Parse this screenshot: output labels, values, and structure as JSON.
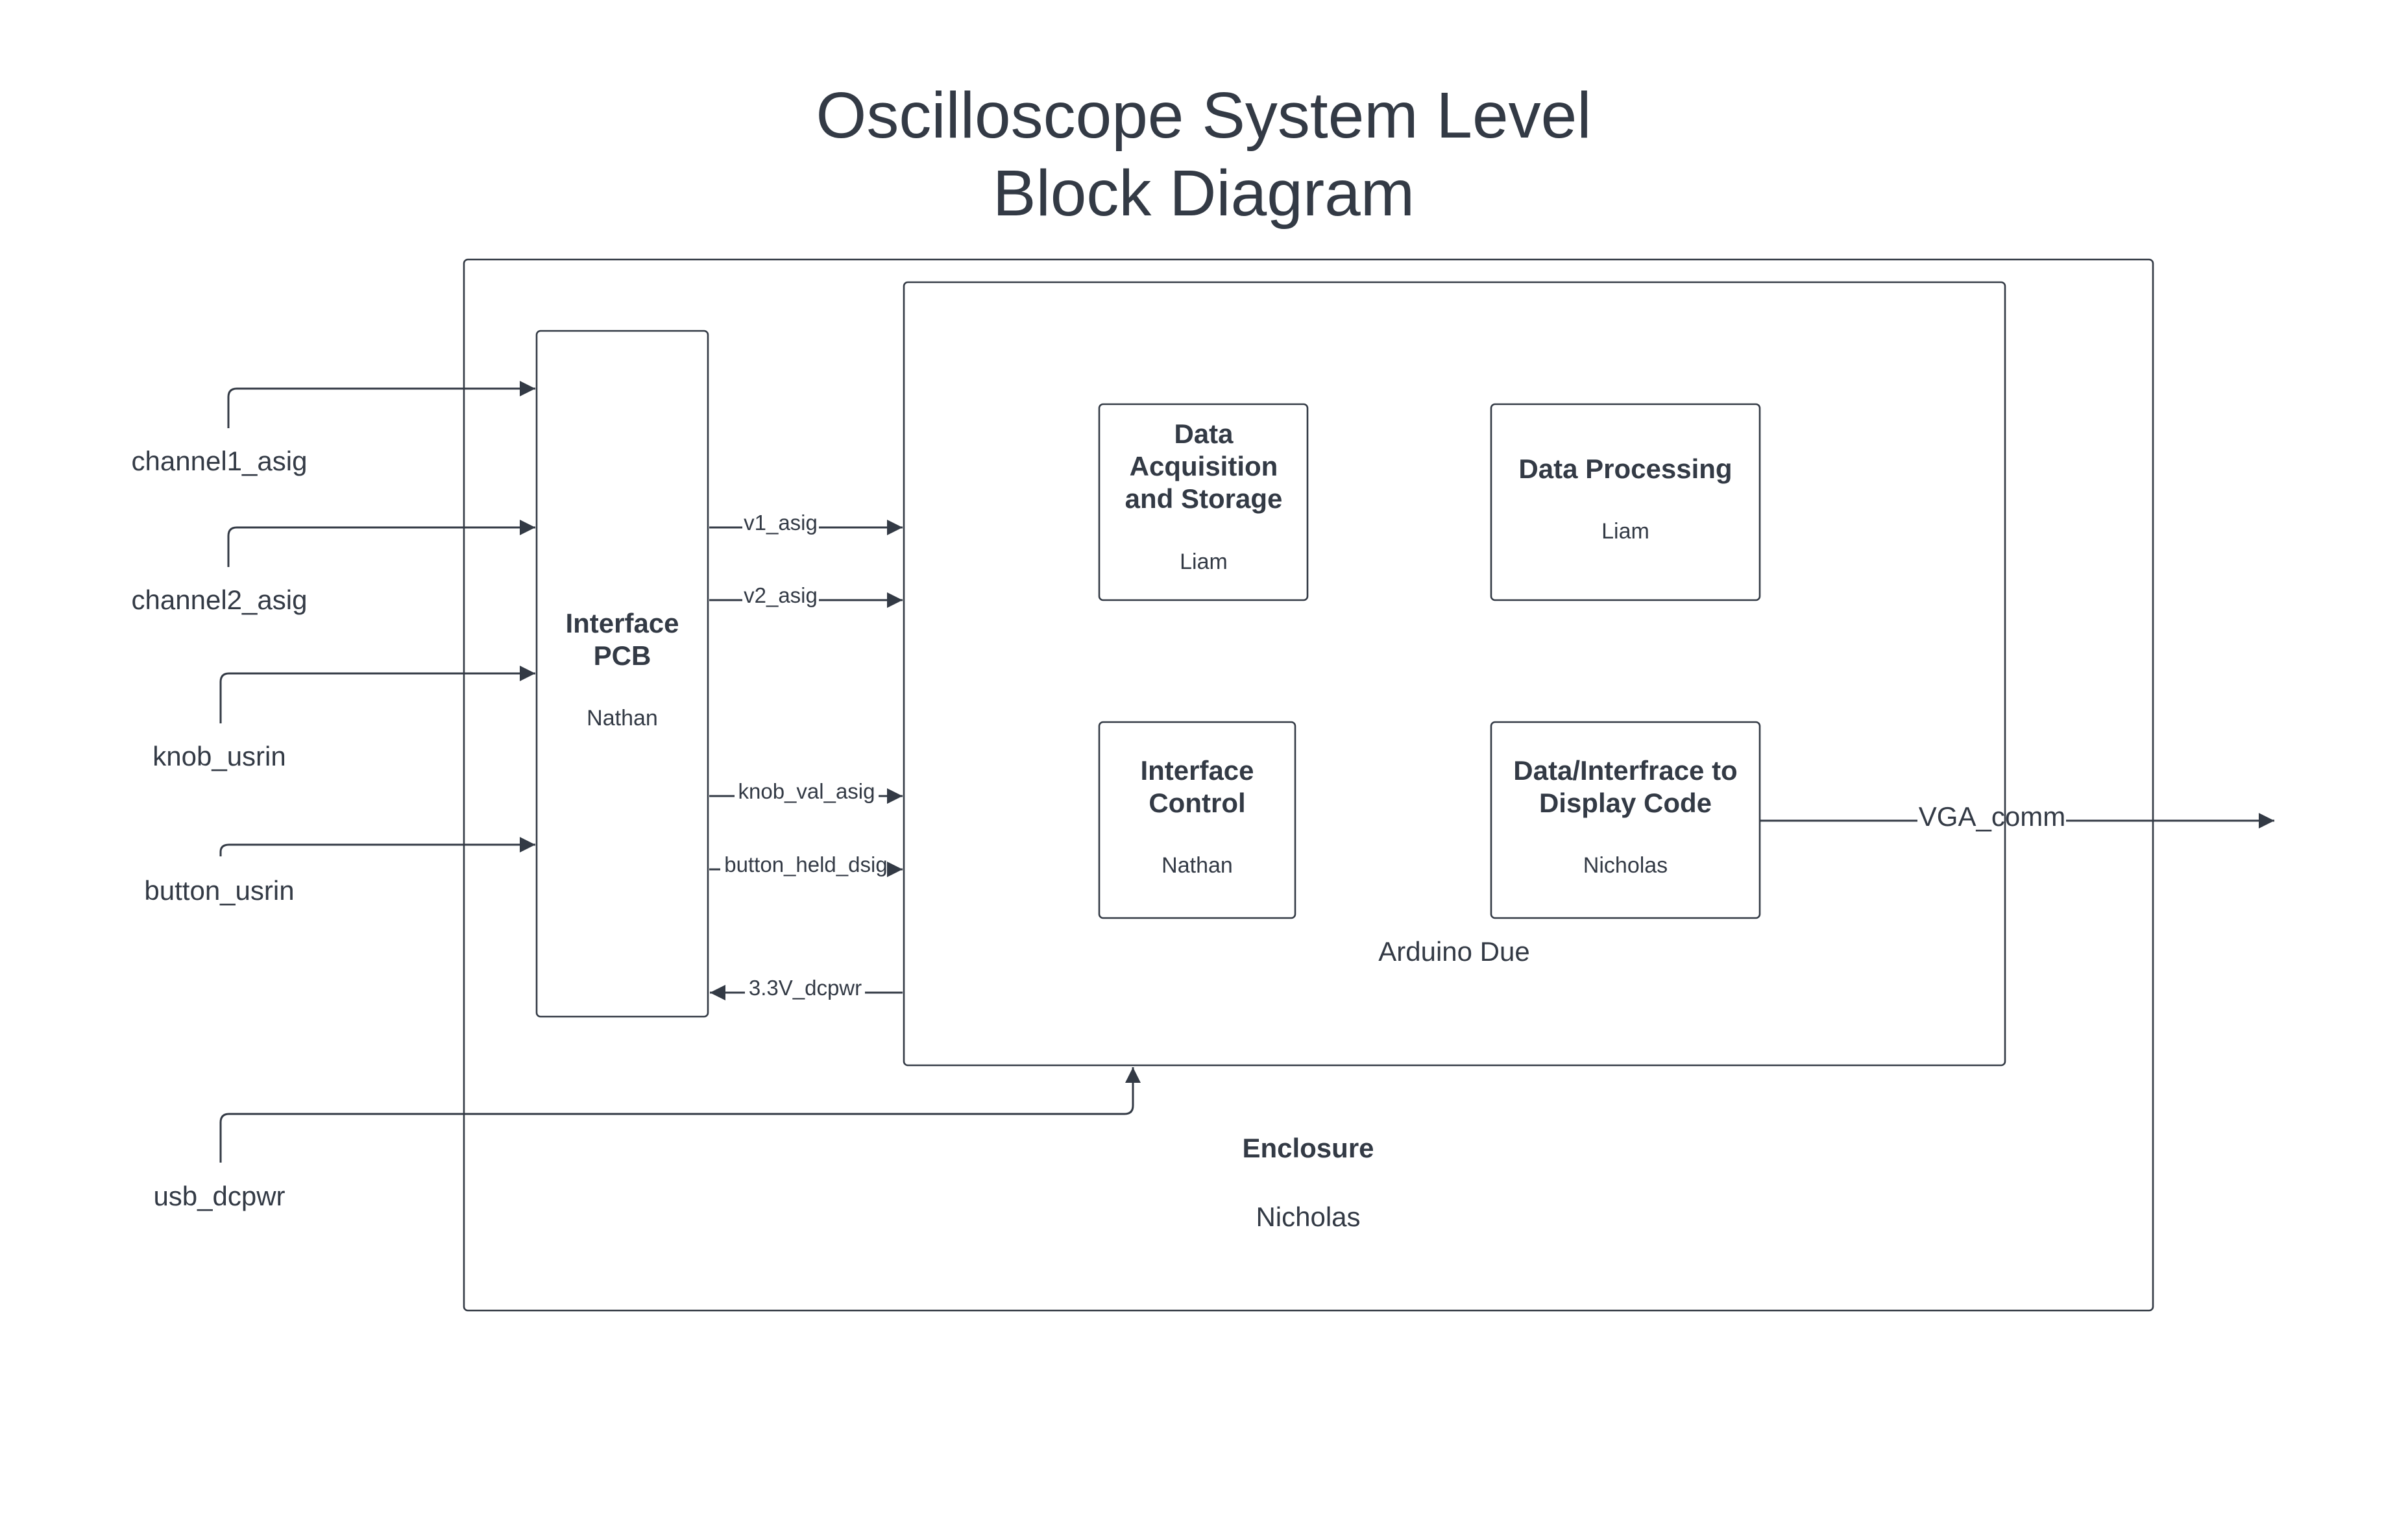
{
  "title": {
    "line1": "Oscilloscope System Level",
    "line2": "Block Diagram"
  },
  "enclosure": {
    "name": "Enclosure",
    "owner": "Nicholas"
  },
  "arduino": {
    "name": "Arduino Due"
  },
  "interface_pcb": {
    "line1": "Interface",
    "line2": "PCB",
    "owner": "Nathan"
  },
  "blocks": {
    "data_acquisition": {
      "line1": "Data",
      "line2": "Acquisition",
      "line3": "and Storage",
      "owner": "Liam"
    },
    "data_processing": {
      "line1": "Data Processing",
      "owner": "Liam"
    },
    "interface_control": {
      "line1": "Interface",
      "line2": "Control",
      "owner": "Nathan"
    },
    "display_code": {
      "line1": "Data/Interfrace to",
      "line2": "Display Code",
      "owner": "Nicholas"
    }
  },
  "inputs": {
    "channel1": "channel1_asig",
    "channel2": "channel2_asig",
    "knob": "knob_usrin",
    "button": "button_usrin",
    "usb": "usb_dcpwr"
  },
  "signals": {
    "v1": "v1_asig",
    "v2": "v2_asig",
    "knob_val": "knob_val_asig",
    "button_held": "button_held_dsig",
    "power": "3.3V_dcpwr"
  },
  "output": {
    "vga": "VGA_comm"
  },
  "colors": {
    "stroke": "#333a45",
    "text": "#333a45",
    "background": "#ffffff"
  }
}
